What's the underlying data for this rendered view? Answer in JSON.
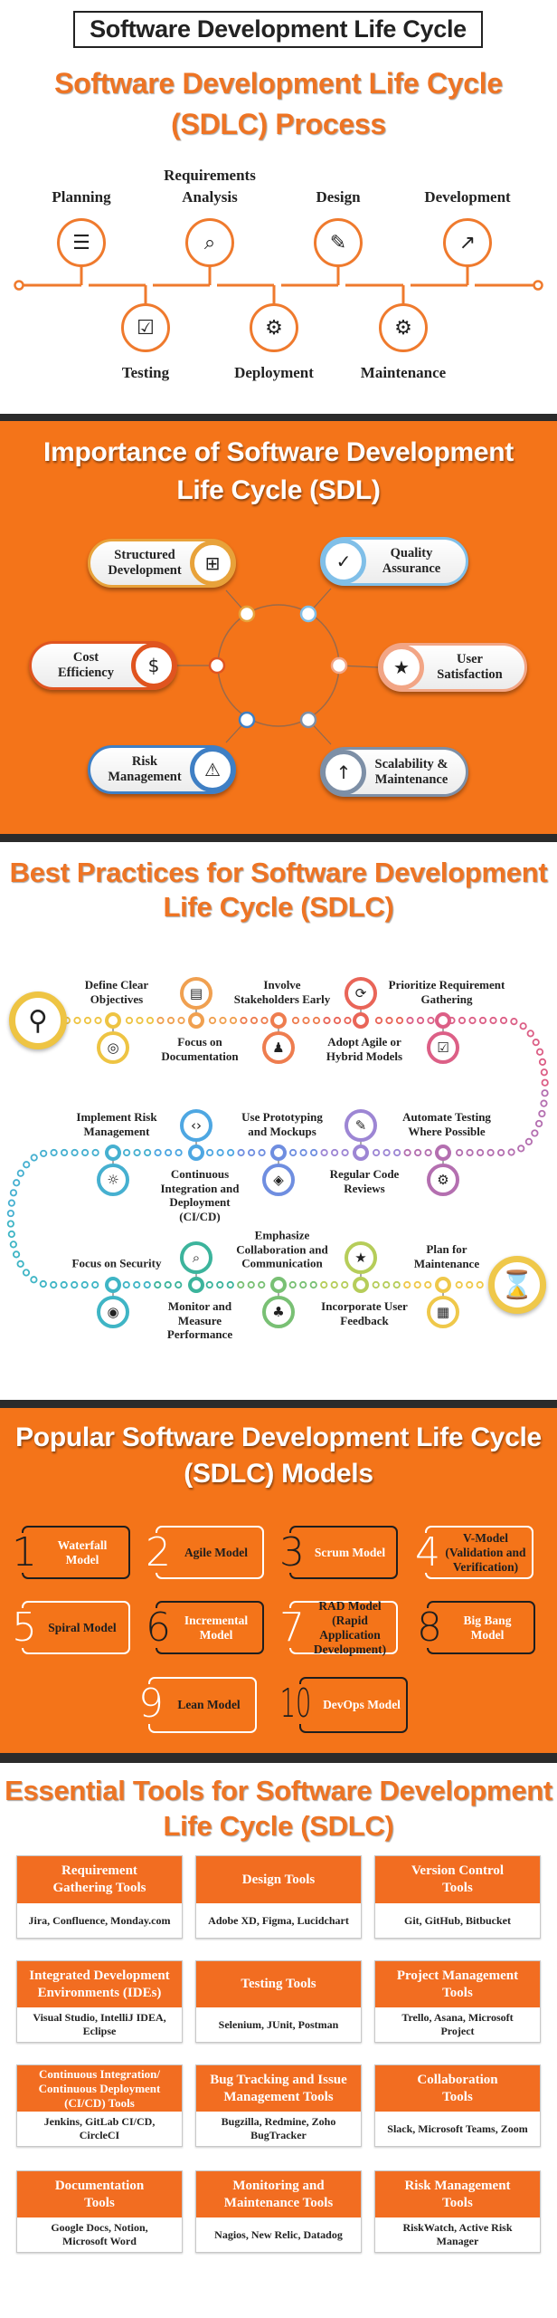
{
  "header": {
    "title": "Software Development Life Cycle"
  },
  "process": {
    "title": "Software Development Life Cycle\n(SDLC) Process",
    "accent": "#ef7a2d",
    "steps": [
      {
        "label": "Planning",
        "icon": "plan-document-icon"
      },
      {
        "label": "Requirements\nAnalysis",
        "icon": "clipboard-analysis-icon"
      },
      {
        "label": "Design",
        "icon": "monitor-brush-icon"
      },
      {
        "label": "Development",
        "icon": "growth-chart-icon"
      },
      {
        "label": "Testing",
        "icon": "checklist-icon"
      },
      {
        "label": "Deployment",
        "icon": "rocket-gear-icon"
      },
      {
        "label": "Maintenance",
        "icon": "wrench-gear-icon"
      }
    ]
  },
  "importance": {
    "title": "Importance of Software Development\nLife Cycle (SDL)",
    "items": [
      {
        "label": "Structured\nDevelopment",
        "color": "#e8a23a",
        "icon": "hierarchy-icon"
      },
      {
        "label": "Quality\nAssurance",
        "color": "#80bfe8",
        "icon": "clipboard-gear-icon"
      },
      {
        "label": "Cost\nEfficiency",
        "color": "#e0541f",
        "icon": "money-cycle-icon"
      },
      {
        "label": "User\nSatisfaction",
        "color": "#f2a585",
        "icon": "user-stars-icon"
      },
      {
        "label": "Risk\nManagement",
        "color": "#3f7fc4",
        "icon": "warning-hand-icon"
      },
      {
        "label": "Scalability &\nMaintenance",
        "color": "#7d8fa6",
        "icon": "scaling-chart-icon"
      }
    ]
  },
  "best_practices": {
    "title": "Best Practices for Software Development\nLife Cycle (SDLC)",
    "start_icon": "location-pin-icon",
    "end_icon": "hourglass-icon",
    "items": [
      {
        "label": "Define Clear\nObjectives",
        "color": "#eec443",
        "icon": "target-icon"
      },
      {
        "label": "Focus on\nDocumentation",
        "color": "#f0a050",
        "icon": "document-icon"
      },
      {
        "label": "Involve\nStakeholders Early",
        "color": "#ee7d4f",
        "icon": "team-icon"
      },
      {
        "label": "Adopt Agile or\nHybrid Models",
        "color": "#e96558",
        "icon": "agile-cycle-icon"
      },
      {
        "label": "Prioritize Requirement\nGathering",
        "color": "#dc5f86",
        "icon": "clipboard-icon"
      },
      {
        "label": "Automate Testing\nWhere Possible",
        "color": "#b46fb0",
        "icon": "gear-check-icon"
      },
      {
        "label": "Regular Code\nReviews",
        "color": "#9d86d4",
        "icon": "review-pen-icon"
      },
      {
        "label": "Use Prototyping\nand Mockups",
        "color": "#6f8ee0",
        "icon": "cube-icon"
      },
      {
        "label": "Continuous\nIntegration and\nDeployment\n(CI/CD)",
        "color": "#4ea7e2",
        "icon": "code-cycle-icon"
      },
      {
        "label": "Implement Risk\nManagement",
        "color": "#46b0d0",
        "icon": "idea-gear-icon"
      },
      {
        "label": "Focus on Security",
        "color": "#3fb5c5",
        "icon": "eye-scan-icon"
      },
      {
        "label": "Monitor and\nMeasure\nPerformance",
        "color": "#3cb49c",
        "icon": "performance-search-icon"
      },
      {
        "label": "Emphasize\nCollaboration and\nCommunication",
        "color": "#79c074",
        "icon": "collaboration-icon"
      },
      {
        "label": "Incorporate User\nFeedback",
        "color": "#b6cd5a",
        "icon": "feedback-stars-icon"
      },
      {
        "label": "Plan for\nMaintenance",
        "color": "#efc84a",
        "icon": "calendar-tools-icon"
      }
    ]
  },
  "models": {
    "title": "Popular Software Development Life Cycle\n(SDLC) Models",
    "items": [
      {
        "number": "1",
        "label": "Waterfall\nModel"
      },
      {
        "number": "2",
        "label": "Agile Model"
      },
      {
        "number": "3",
        "label": "Scrum Model"
      },
      {
        "number": "4",
        "label": "V-Model\n(Validation and\nVerification)"
      },
      {
        "number": "5",
        "label": "Spiral Model"
      },
      {
        "number": "6",
        "label": "Incremental\nModel"
      },
      {
        "number": "7",
        "label": "RAD Model (Rapid\nApplication\nDevelopment)"
      },
      {
        "number": "8",
        "label": "Big Bang\nModel"
      },
      {
        "number": "9",
        "label": "Lean Model"
      },
      {
        "number": "10",
        "label": "DevOps Model"
      }
    ]
  },
  "tools": {
    "title": "Essential Tools for Software Development\nLife Cycle (SDLC)",
    "items": [
      {
        "category": "Requirement\nGathering Tools",
        "tools": "Jira, Confluence, Monday.com"
      },
      {
        "category": "Design Tools",
        "tools": "Adobe XD, Figma, Lucidchart"
      },
      {
        "category": "Version Control\nTools",
        "tools": "Git, GitHub, Bitbucket"
      },
      {
        "category": "Integrated Development\nEnvironments (IDEs)",
        "tools": "Visual Studio, IntelliJ IDEA,\nEclipse"
      },
      {
        "category": "Testing Tools",
        "tools": "Selenium, JUnit, Postman"
      },
      {
        "category": "Project Management\nTools",
        "tools": "Trello, Asana, Microsoft\nProject"
      },
      {
        "category": "Continuous Integration/\nContinuous Deployment\n(CI/CD) Tools",
        "tools": "Jenkins, GitLab CI/CD,\nCircleCI"
      },
      {
        "category": "Bug Tracking and Issue\nManagement Tools",
        "tools": "Bugzilla, Redmine, Zoho\nBugTracker"
      },
      {
        "category": "Collaboration\nTools",
        "tools": "Slack, Microsoft Teams, Zoom"
      },
      {
        "category": "Documentation\nTools",
        "tools": "Google Docs, Notion,\nMicrosoft Word"
      },
      {
        "category": "Monitoring and\nMaintenance Tools",
        "tools": "Nagios, New Relic, Datadog"
      },
      {
        "category": "Risk Management\nTools",
        "tools": "RiskWatch, Active Risk\nManager"
      }
    ]
  }
}
